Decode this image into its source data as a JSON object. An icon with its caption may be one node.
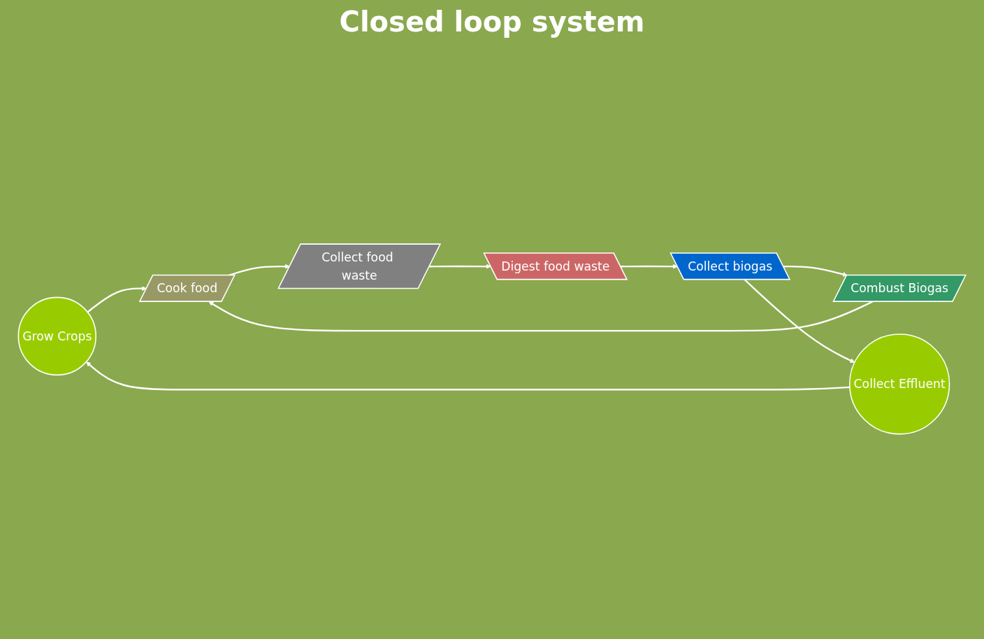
{
  "diagram": {
    "title": "Closed loop system",
    "nodes": [
      {
        "text": [
          "Grow Crops"
        ]
      },
      {
        "text": [
          "Collect Effluent"
        ]
      },
      {
        "text": [
          "Cook food"
        ]
      },
      {
        "text": [
          "Collect food waste"
        ]
      },
      {
        "text": [
          "Digest food waste"
        ]
      },
      {
        "text": [
          "Collect biogas"
        ]
      },
      {
        "text": [
          "Combust Biogas"
        ]
      }
    ],
    "edges": [
      {
        "from": 0,
        "to": 2,
        "arrow": "to"
      },
      {
        "from": 2,
        "to": 3,
        "arrow": "to"
      },
      {
        "from": 3,
        "to": 4,
        "arrow": "to"
      },
      {
        "from": 4,
        "to": 5,
        "arrow": "to"
      },
      {
        "from": 5,
        "to": 6,
        "arrow": "to"
      },
      {
        "from": 6,
        "to": 2,
        "arrow": "to"
      },
      {
        "from": 5,
        "to": 1,
        "arrow": "to"
      },
      {
        "from": 1,
        "to": 0,
        "arrow": "to"
      }
    ]
  }
}
